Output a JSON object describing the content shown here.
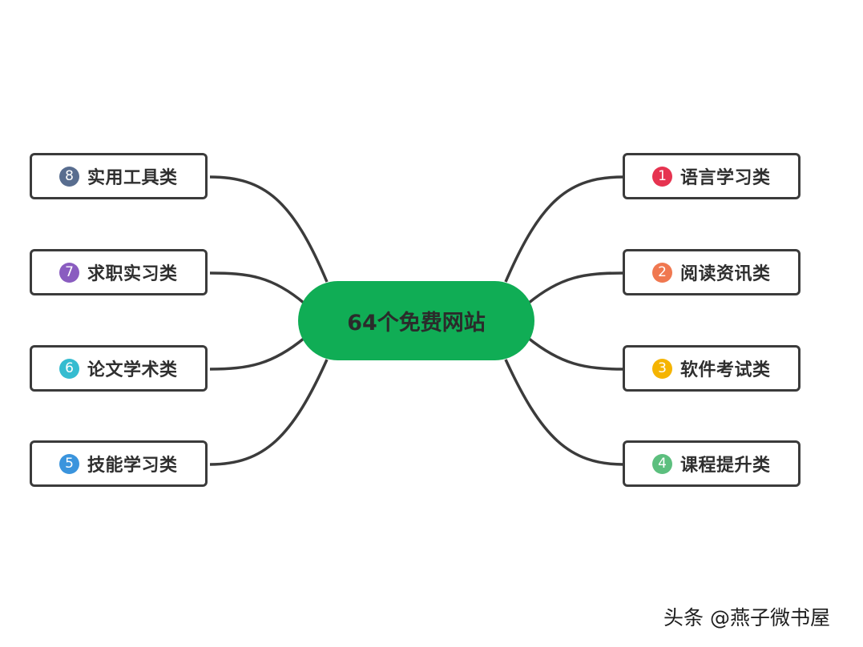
{
  "center": {
    "title": "64个免费网站",
    "color": "#10ad55"
  },
  "branches": [
    {
      "number": "1",
      "label": "语言学习类",
      "color": "#e63350"
    },
    {
      "number": "2",
      "label": "阅读资讯类",
      "color": "#f07850"
    },
    {
      "number": "3",
      "label": "软件考试类",
      "color": "#f5b400"
    },
    {
      "number": "4",
      "label": "课程提升类",
      "color": "#5cbf7e"
    },
    {
      "number": "5",
      "label": "技能学习类",
      "color": "#3a94dd"
    },
    {
      "number": "6",
      "label": "论文学术类",
      "color": "#35bcd0"
    },
    {
      "number": "7",
      "label": "求职实习类",
      "color": "#8a5cc0"
    },
    {
      "number": "8",
      "label": "实用工具类",
      "color": "#586d8f"
    }
  ],
  "watermark": {
    "text": "头条 @燕子微书屋"
  }
}
